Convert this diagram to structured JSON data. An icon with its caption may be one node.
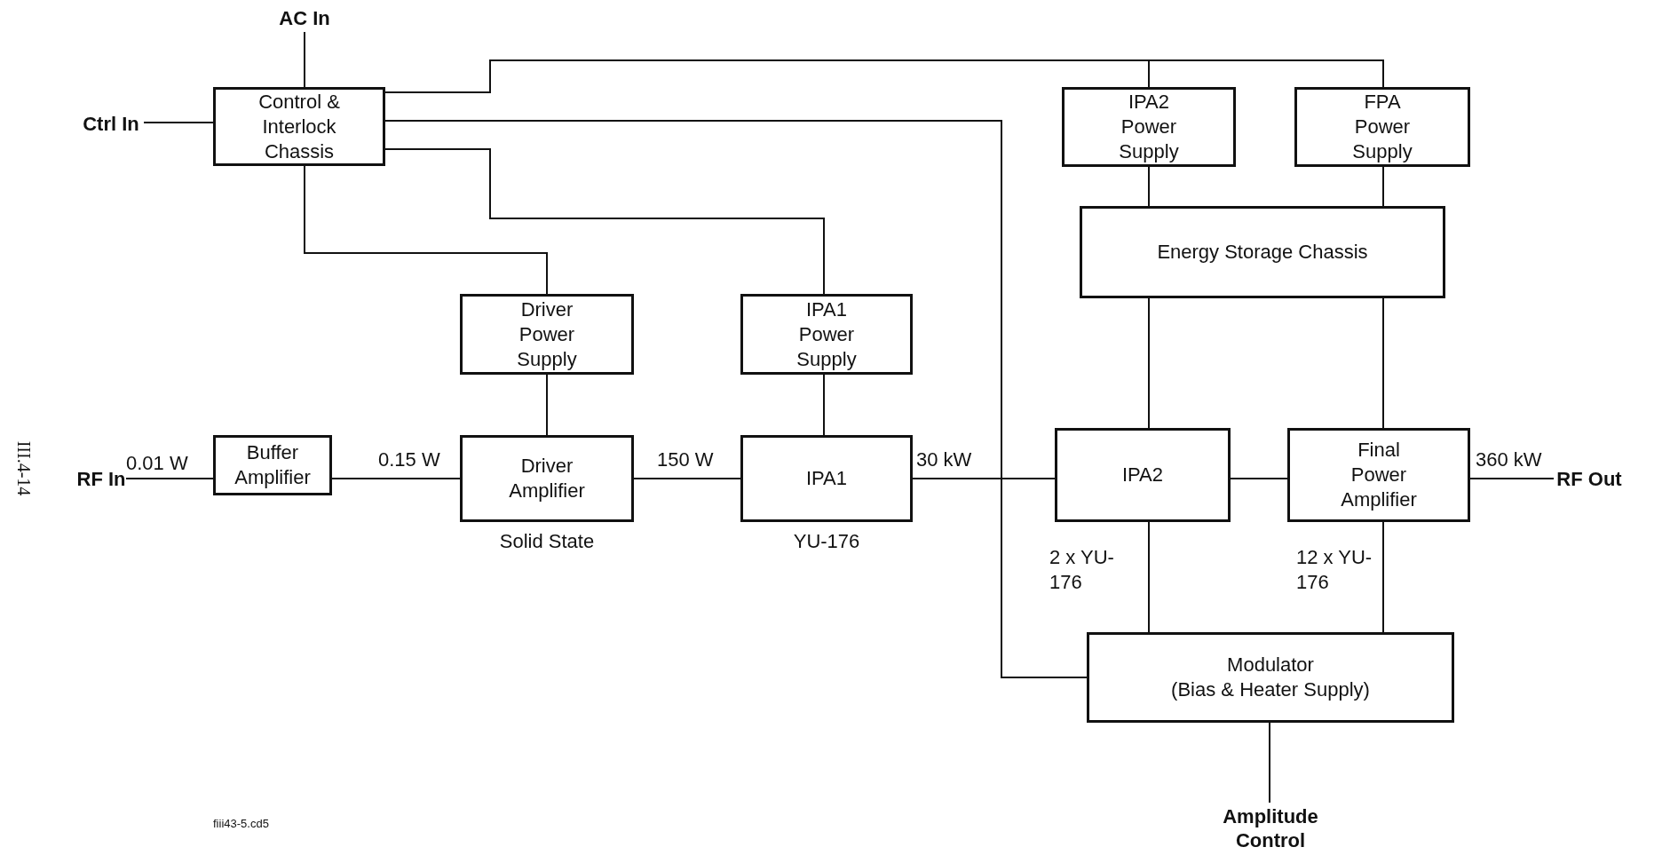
{
  "diagram": {
    "nodes": [
      {
        "text": [
          "AC In"
        ]
      },
      {
        "text": [
          "Ctrl In"
        ]
      },
      {
        "text": [
          "Control & Interlock Chassis"
        ]
      },
      {
        "text": [
          "IPA2 Power Supply"
        ]
      },
      {
        "text": [
          "FPA Power Supply"
        ]
      },
      {
        "text": [
          "Energy Storage Chassis"
        ]
      },
      {
        "text": [
          "Driver Power Supply"
        ]
      },
      {
        "text": [
          "IPA1 Power Supply"
        ]
      },
      {
        "text": [
          "RF In"
        ]
      },
      {
        "text": [
          "Buffer Amplifier"
        ]
      },
      {
        "text": [
          "Driver Amplifier"
        ],
        "beside": [
          "Solid State"
        ]
      },
      {
        "text": [
          "IPA1"
        ],
        "beside": [
          "YU-176"
        ]
      },
      {
        "text": [
          "IPA2"
        ],
        "beside": [
          "2 x YU-176"
        ]
      },
      {
        "text": [
          "Final Power Amplifier"
        ],
        "beside": [
          "12 x YU-176"
        ]
      },
      {
        "text": [
          "RF Out"
        ]
      },
      {
        "text": [
          "Modulator",
          "(Bias & Heater Supply)"
        ]
      },
      {
        "text": [
          "Amplitude Control"
        ]
      }
    ],
    "edges": [
      {
        "from": 0,
        "to": 2,
        "arrow": "none"
      },
      {
        "from": 1,
        "to": 2,
        "arrow": "none"
      },
      {
        "from": 2,
        "to": 3,
        "arrow": "none"
      },
      {
        "from": 2,
        "to": 4,
        "arrow": "none"
      },
      {
        "from": 2,
        "to": 15,
        "arrow": "none"
      },
      {
        "from": 2,
        "to": 7,
        "arrow": "none"
      },
      {
        "from": 2,
        "to": 6,
        "arrow": "none"
      },
      {
        "from": 6,
        "to": 10,
        "arrow": "none"
      },
      {
        "from": 7,
        "to": 11,
        "arrow": "none"
      },
      {
        "from": 3,
        "to": 5,
        "arrow": "none"
      },
      {
        "from": 4,
        "to": 5,
        "arrow": "none"
      },
      {
        "from": 5,
        "to": 12,
        "arrow": "none"
      },
      {
        "from": 5,
        "to": 13,
        "arrow": "none"
      },
      {
        "from": 12,
        "to": 15,
        "arrow": "none"
      },
      {
        "from": 13,
        "to": 15,
        "arrow": "none"
      },
      {
        "from": 8,
        "to": 9,
        "arrow": "none",
        "label": "0.01 W"
      },
      {
        "from": 9,
        "to": 10,
        "arrow": "none",
        "label": "0.15 W"
      },
      {
        "from": 10,
        "to": 11,
        "arrow": "none",
        "label": "150 W"
      },
      {
        "from": 11,
        "to": 12,
        "arrow": "none",
        "label": "30 kW"
      },
      {
        "from": 12,
        "to": 13,
        "arrow": "none"
      },
      {
        "from": 13,
        "to": 14,
        "arrow": "none",
        "label": "360 kW"
      },
      {
        "from": 15,
        "to": 16,
        "arrow": "none"
      }
    ],
    "labels": [
      "III.4-14",
      "fiii43-5.cd5"
    ]
  }
}
